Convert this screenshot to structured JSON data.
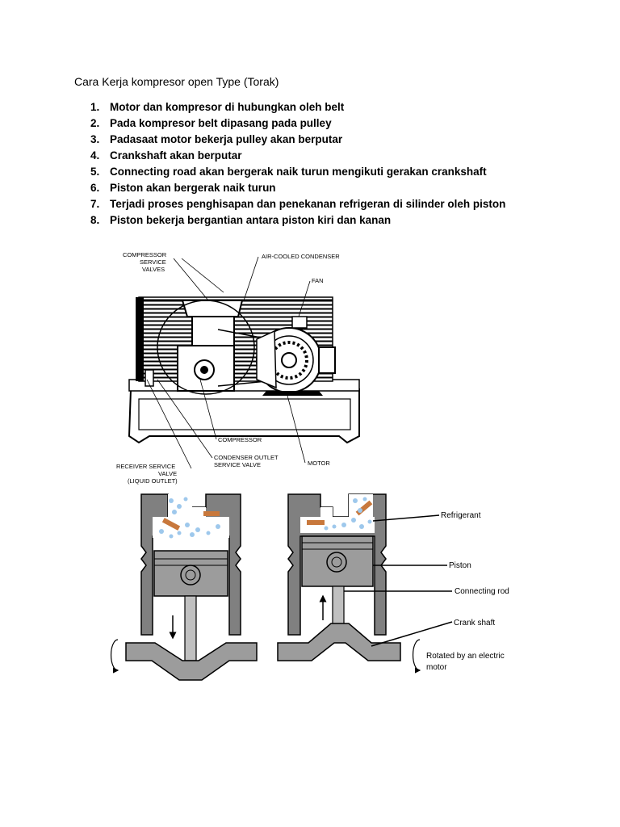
{
  "document": {
    "title": "Cara Kerja kompresor open Type (Torak)",
    "steps": [
      {
        "num": "1.",
        "text": "Motor dan kompresor di hubungkan oleh belt"
      },
      {
        "num": "2.",
        "text": "Pada kompresor belt dipasang pada pulley"
      },
      {
        "num": "3.",
        "text": "Padasaat motor bekerja pulley akan berputar"
      },
      {
        "num": "4.",
        "text": "Crankshaft akan berputar"
      },
      {
        "num": "5.",
        "text": "Connecting road akan bergerak naik turun mengikuti gerakan crankshaft"
      },
      {
        "num": "6.",
        "text": "Piston akan bergerak naik turun"
      },
      {
        "num": "7.",
        "text": "Terjadi proses penghisapan dan penekanan refrigeran  di silinder oleh piston"
      },
      {
        "num": "8.",
        "text": "Piston bekerja bergantian antara piston kiri dan kanan"
      }
    ]
  },
  "compressor_unit_labels": {
    "service_valves_1": "COMPRESSOR",
    "service_valves_2": "SERVICE",
    "service_valves_3": "VALVES",
    "condenser": "AIR-COOLED CONDENSER",
    "fan": "FAN",
    "compressor": "COMPRESSOR",
    "outlet_valve_1": "CONDENSER OUTLET",
    "outlet_valve_2": "SERVICE VALVE",
    "motor": "MOTOR",
    "receiver_1": "RECEIVER SERVICE",
    "receiver_2": "VALVE",
    "receiver_3": "(LIQUID OUTLET)"
  },
  "piston_labels": {
    "refrigerant": "Refrigerant",
    "piston": "Piston",
    "connecting_rod": "Connecting rod",
    "crank_shaft": "Crank shaft",
    "rotated_1": "Rotated by an electric",
    "rotated_2": "motor"
  },
  "colors": {
    "metal_gray": "#808080",
    "valve_orange": "#c8783c",
    "bubble_blue": "#9ec8ec"
  }
}
